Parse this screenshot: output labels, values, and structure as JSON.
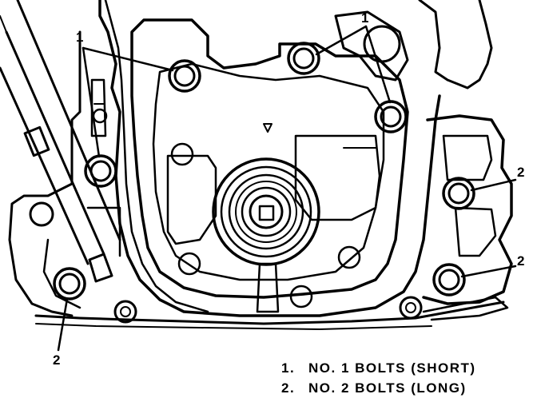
{
  "callouts": {
    "bolt_1_left": "1",
    "bolt_1_top": "1",
    "bolt_2_right_upper": "2",
    "bolt_2_right_lower": "2",
    "bolt_2_left_bottom": "2"
  },
  "legend": [
    {
      "number": "1.",
      "text": "NO. 1 BOLTS (SHORT)"
    },
    {
      "number": "2.",
      "text": "NO. 2 BOLTS (LONG)"
    }
  ],
  "colors": {
    "ink": "#000000",
    "paper": "#ffffff"
  }
}
